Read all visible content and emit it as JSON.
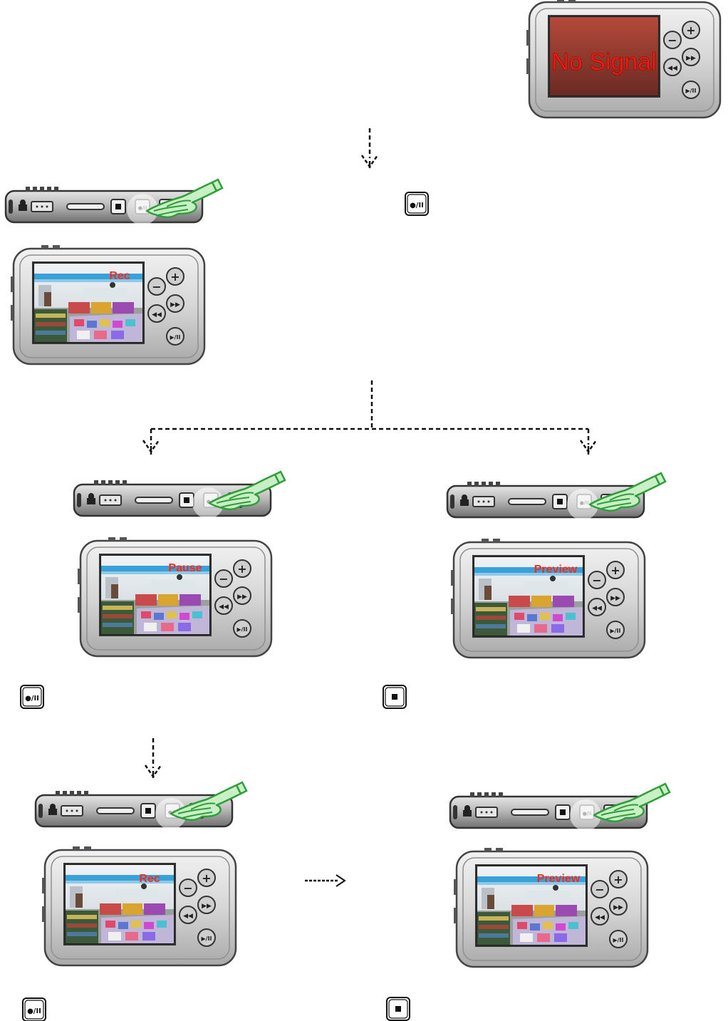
{
  "screens": {
    "no_signal": "No Signal",
    "rec": "Rec",
    "pause": "Pause",
    "preview": "Preview"
  },
  "colors": {
    "screen_label": "#e8281c",
    "device_body": "#d2d2d2",
    "device_frame": "#555555",
    "hand": "#2e9e3a",
    "arrow": "#111111"
  },
  "icons": {
    "record_pause": "record-pause-icon",
    "stop": "stop-icon",
    "hand": "pointing-hand-icon",
    "plus": "plus-icon",
    "minus": "minus-icon",
    "rewind": "rewind-icon",
    "fast_forward": "fast-forward-icon",
    "play_pause": "play-pause-icon"
  }
}
